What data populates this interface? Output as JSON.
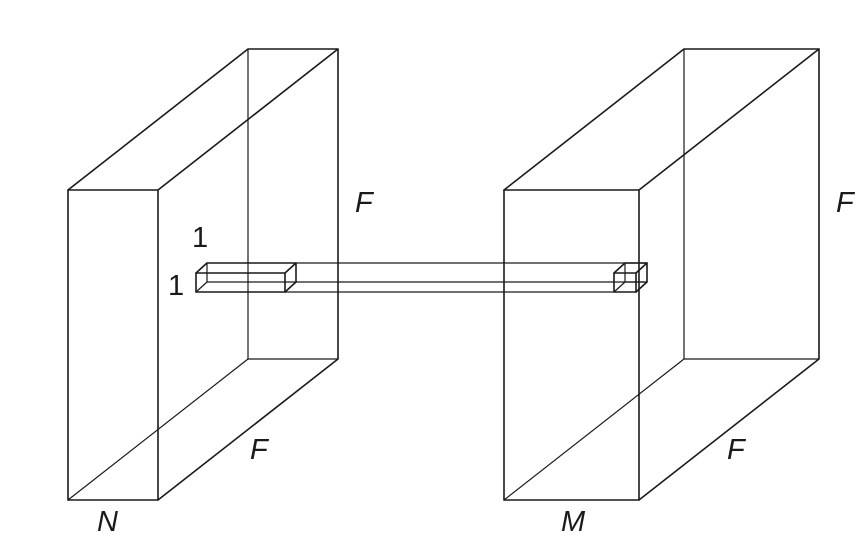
{
  "labels": {
    "n": "N",
    "m": "M",
    "f_left_side": "F",
    "f_left_bottom": "F",
    "f_right_side": "F",
    "f_right_bottom": "F",
    "one_top": "1",
    "one_left": "1"
  }
}
